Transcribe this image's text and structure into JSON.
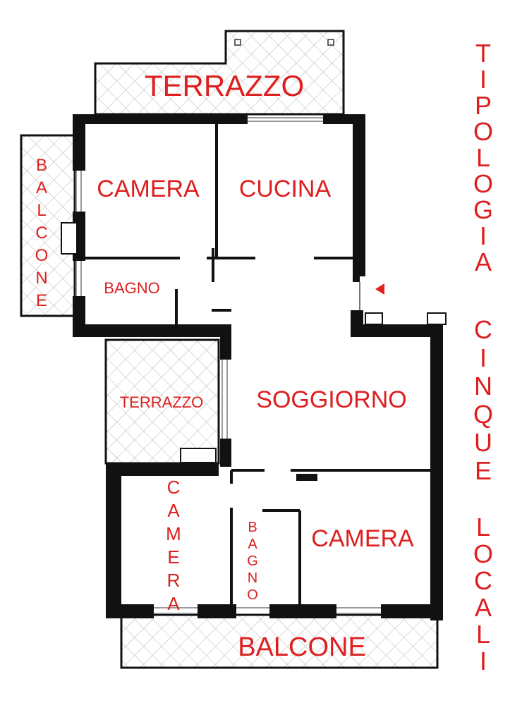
{
  "plan": {
    "title_vertical_1": "TIPOLOGIA",
    "title_vertical_2": "CINQUE",
    "title_vertical_3": "LOCALI",
    "rooms": {
      "terrazzo_top": "TERRAZZO",
      "balcone_left": "BALCONE",
      "camera_top_left": "CAMERA",
      "cucina": "CUCINA",
      "bagno_top": "BAGNO",
      "terrazzo_mid": "TERRAZZO",
      "soggiorno": "SOGGIORNO",
      "camera_bottom_left": "CAMERA",
      "bagno_bottom": "BAGNO",
      "camera_bottom_right": "CAMERA",
      "balcone_bottom": "BALCONE"
    },
    "colors": {
      "label": "#dd1f1f",
      "wall": "#111111",
      "hatch": "#b5b5b5"
    },
    "entrance_icon": "entrance-arrow-icon"
  }
}
